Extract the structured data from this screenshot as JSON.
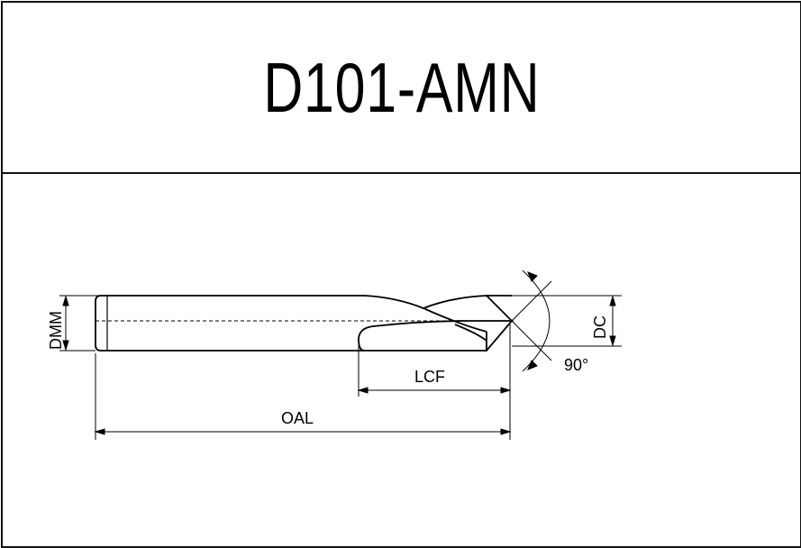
{
  "title": "D101-AMN",
  "labels": {
    "dmm": "DMM",
    "dc": "DC",
    "lcf": "LCF",
    "oal": "OAL",
    "angle": "90°"
  }
}
